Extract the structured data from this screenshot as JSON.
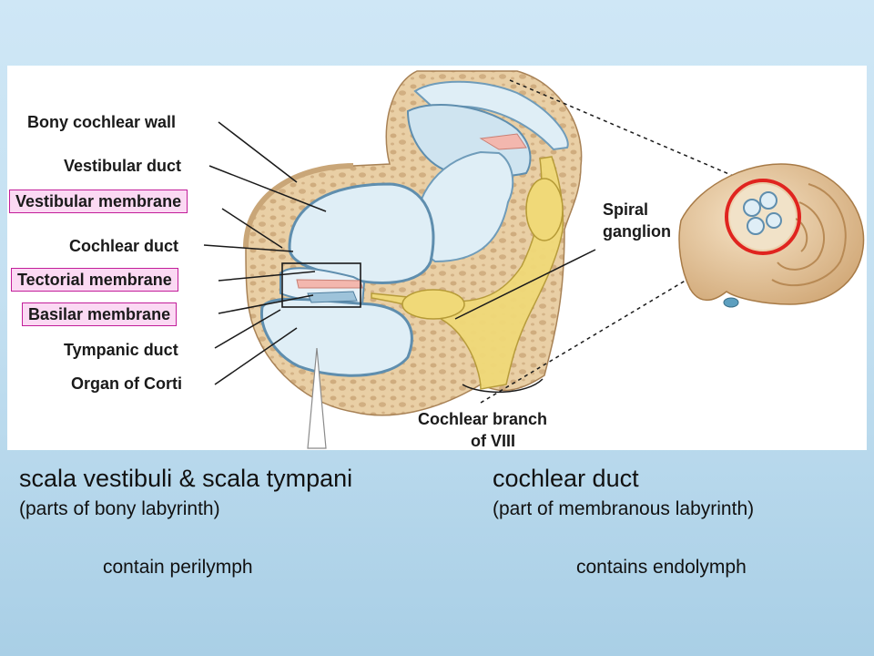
{
  "figure": {
    "labels": {
      "bony_cochlear_wall": "Bony cochlear wall",
      "vestibular_duct": "Vestibular duct",
      "vestibular_membrane": "Vestibular membrane",
      "cochlear_duct": "Cochlear duct",
      "tectorial_membrane": "Tectorial membrane",
      "basilar_membrane": "Basilar membrane",
      "tympanic_duct": "Tympanic duct",
      "organ_of_corti": "Organ of Corti",
      "spiral_ganglion_line1": "Spiral",
      "spiral_ganglion_line2": "ganglion",
      "cochlear_branch_line1": "Cochlear branch",
      "cochlear_branch_line2": "of VIII"
    },
    "colors": {
      "bone": "#e9cfa5",
      "duct_fill": "#dfeef6",
      "membrane_pink": "#f3b7ae",
      "nerve_yellow": "#f0d978",
      "highlight_box": "#fbd9f3",
      "highlight_border": "#c21e9a",
      "inset_circle": "#e0241f"
    }
  },
  "captions": {
    "left_title": "scala vestibuli & scala tympani",
    "left_sub": "(parts of bony labyrinth)",
    "left_note": "contain perilymph",
    "right_title": "cochlear duct",
    "right_sub": "(part of membranous labyrinth)",
    "right_note": "contains endolymph"
  }
}
